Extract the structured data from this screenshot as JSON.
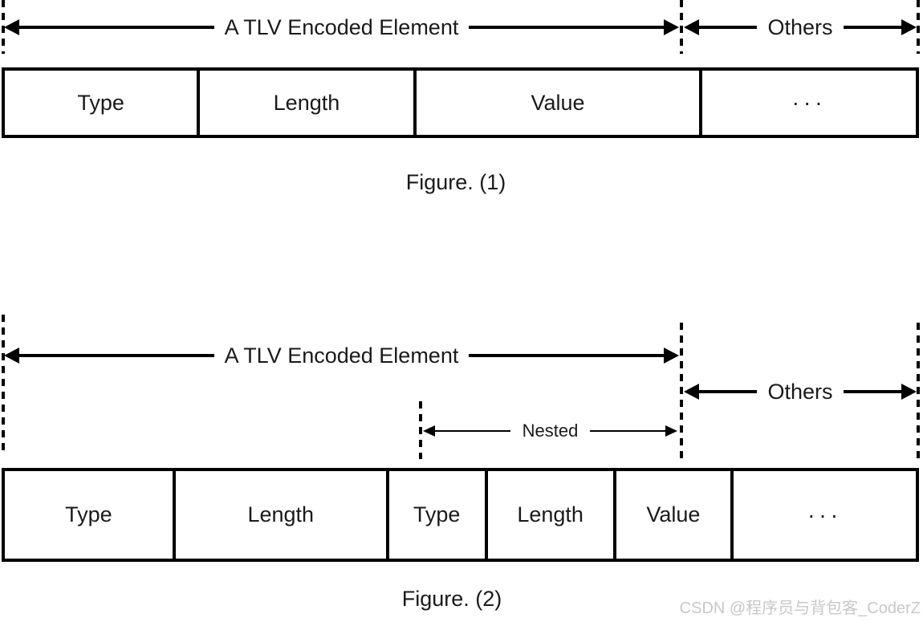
{
  "figure1": {
    "caption": "Figure. (1)",
    "tlv_arrow_label": "A TLV Encoded Element",
    "others_arrow_label": "Others",
    "cells": [
      "Type",
      "Length",
      "Value",
      "···"
    ]
  },
  "figure2": {
    "caption": "Figure. (2)",
    "tlv_arrow_label": "A TLV Encoded Element",
    "others_arrow_label": "Others",
    "nested_arrow_label": "Nested",
    "cells": [
      "Type",
      "Length",
      "Type",
      "Length",
      "Value",
      "···"
    ]
  },
  "watermark": "CSDN @程序员与背包客_CoderZ",
  "colors": {
    "line": "#000000",
    "text": "#1a1a1a",
    "watermark": "#c8c8c8",
    "background": "#ffffff"
  }
}
